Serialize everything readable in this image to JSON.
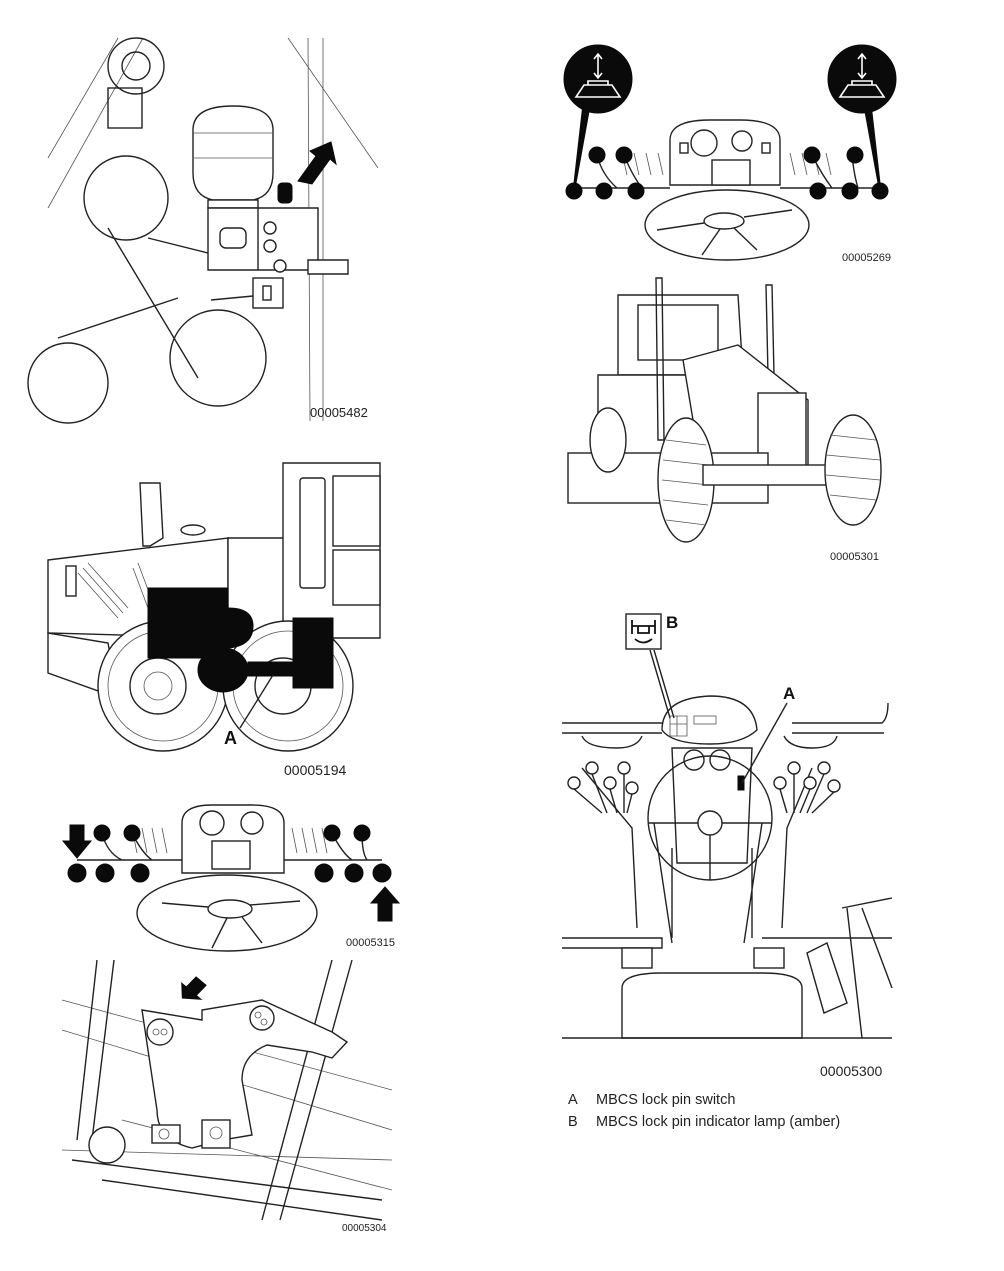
{
  "figures": [
    {
      "id": "accumulator-valve-block",
      "figure_number": "00005482"
    },
    {
      "id": "engine-driveline-side-view",
      "figure_number": "00005194",
      "callouts": [
        "A"
      ]
    },
    {
      "id": "control-levers-lower-arrows",
      "figure_number": "00005315"
    },
    {
      "id": "moldboard-lift-linkage",
      "figure_number": "00005304"
    },
    {
      "id": "control-levers-blade-lift-symbols",
      "figure_number": "00005269"
    },
    {
      "id": "grader-front-view",
      "figure_number": "00005301"
    },
    {
      "id": "cab-interior-mbcs",
      "figure_number": "00005300",
      "callouts": [
        "A",
        "B"
      ]
    }
  ],
  "legend": [
    {
      "key": "A",
      "text": "MBCS lock pin switch"
    },
    {
      "key": "B",
      "text": "MBCS lock pin indicator lamp (amber)"
    }
  ],
  "icons": [
    "arrow-pointer-icon",
    "blade-lift-symbol-icon",
    "mbcs-lock-pin-lamp-icon"
  ]
}
